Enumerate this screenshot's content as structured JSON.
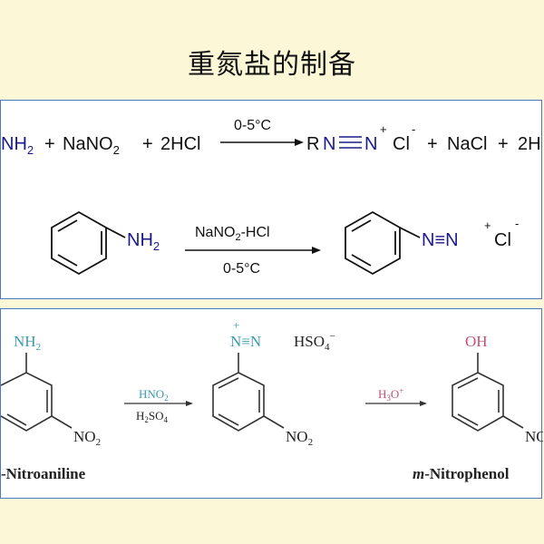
{
  "title": "重氮盐的制备",
  "general_equation": {
    "reactant_nh2": "NH",
    "reactant_nh2_sub": "2",
    "plus1": "+",
    "nano2": "NaNO",
    "nano2_sub": "2",
    "plus2": "+",
    "hcl": "2HCl",
    "condition": "0-5°C",
    "product_r": "R",
    "product_n1": "N",
    "product_triple": "≡",
    "product_n2": "N",
    "product_charge": "+",
    "product_cl": "Cl",
    "product_cl_charge": "-",
    "plus3": "+",
    "nacl": "NaCl",
    "plus4": "+",
    "tail": "2H"
  },
  "benzene_equation": {
    "amine_group": "NH",
    "amine_sub": "2",
    "reagent_top": "NaNO",
    "reagent_top_sub": "2",
    "reagent_top_tail": "-HCl",
    "reagent_bottom": "0-5°C",
    "product_group": "N≡N",
    "product_charge": "+",
    "product_cl": "Cl",
    "product_cl_charge": "-"
  },
  "nitro_scheme": {
    "start_group": "NH",
    "start_group_sub": "2",
    "start_nitro": "NO",
    "start_nitro_sub": "2",
    "start_name": "-Nitroaniline",
    "step1_top": "HNO",
    "step1_top_sub": "2",
    "step1_bottom": "H",
    "step1_bottom_sub": "2",
    "step1_bottom_tail": "SO",
    "step1_bottom_sub2": "4",
    "mid_plus": "+",
    "mid_group": "N≡N",
    "mid_anion": "HSO",
    "mid_anion_sub": "4",
    "mid_anion_charge": "−",
    "mid_nitro": "NO",
    "mid_nitro_sub": "2",
    "step2_top": "H",
    "step2_top_sub": "3",
    "step2_top_tail": "O",
    "step2_top_charge": "+",
    "end_group": "OH",
    "end_nitro": "NO",
    "end_name_prefix": "m",
    "end_name": "-Nitrophenol"
  },
  "colors": {
    "background": "#fcf7d6",
    "panel_border": "#4a78c8",
    "navy_text": "#1a1a8c",
    "teal_text": "#3a9bb0",
    "pink_text": "#c0507a"
  }
}
